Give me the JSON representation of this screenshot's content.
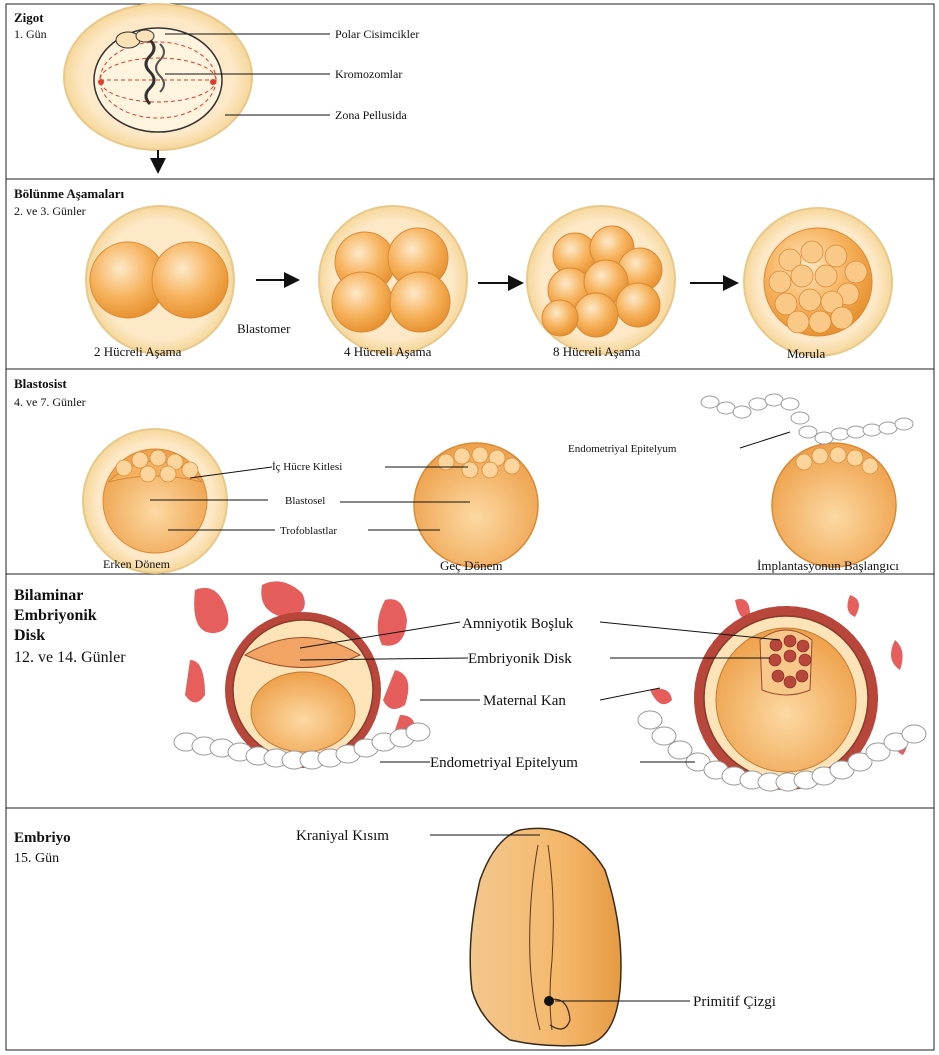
{
  "sections": {
    "zigot": {
      "title": "Zigot",
      "day": "1. Gün",
      "labels": {
        "polar": "Polar Cisimcikler",
        "kromozom": "Kromozomlar",
        "zona": "Zona Pellusida"
      }
    },
    "bolunme": {
      "title": "Bölünme Aşamaları",
      "day": "2. ve 3. Günler",
      "labels": {
        "stage2": "2 Hücreli Aşama",
        "blastomer": "Blastomer",
        "stage4": "4 Hücreli Aşama",
        "stage8": "8 Hücreli Aşama",
        "morula": "Morula"
      }
    },
    "blastosist": {
      "title": "Blastosist",
      "day": "4. ve 7. Günler",
      "labels": {
        "ic_hucre": "İç Hücre Kitlesi",
        "blastosel": "Blastosel",
        "trofoblast": "Trofoblastlar",
        "endometriyal": "Endometriyal Epitelyum",
        "erken": "Erken Dönem",
        "gec": "Geç Dönem",
        "implant": "İmplantasyonun Başlangıcı"
      }
    },
    "bilaminar": {
      "title_line1": "Bilaminar",
      "title_line2": "Embriyonik",
      "title_line3": "Disk",
      "day": "12. ve 14. Günler",
      "labels": {
        "amniyotik": "Amniyotik Boşluk",
        "embriyonik": "Embriyonik Disk",
        "maternal": "Maternal Kan",
        "endometriyal": "Endometriyal Epitelyum"
      }
    },
    "embriyo": {
      "title": "Embriyo",
      "day": "15. Gün",
      "labels": {
        "kraniyal": "Kraniyal Kısım",
        "primitif": "Primitif Çizgi"
      }
    }
  },
  "colors": {
    "cell_fill": "#f6b25c",
    "cell_light": "#fde3b8",
    "zona": "#fbe7c2",
    "blood": "#e2433f",
    "blood_cell": "#b8463a",
    "embryo": "#f5be7a"
  }
}
